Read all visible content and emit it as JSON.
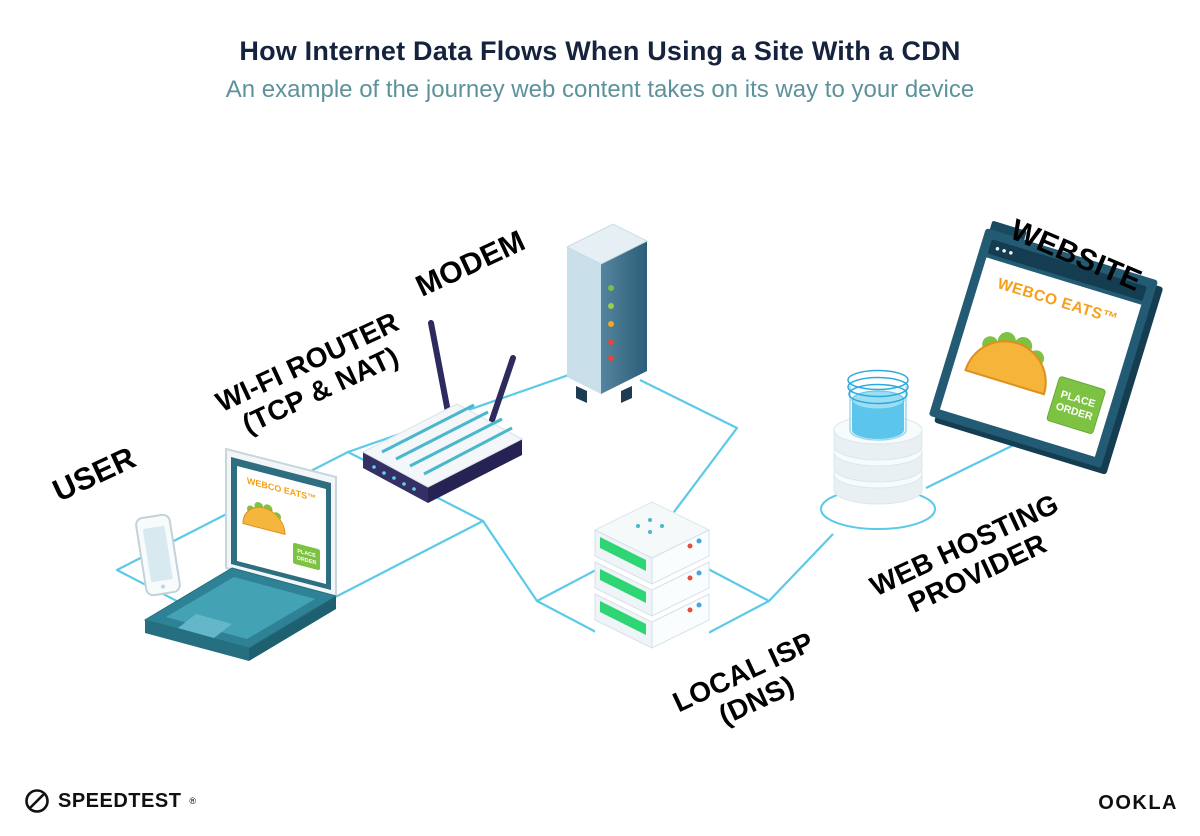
{
  "header": {
    "title": "How Internet Data Flows When Using a Site With a CDN",
    "subtitle": "An example of the journey web content takes on its way to your device"
  },
  "diagram": {
    "labels": {
      "user": "USER",
      "wifi_router": {
        "line1": "WI-FI ROUTER",
        "line2": "(TCP & NAT)"
      },
      "modem": "MODEM",
      "website": "WEBSITE",
      "local_isp": {
        "line1": "LOCAL ISP",
        "line2": "(DNS)"
      },
      "web_hosting": {
        "line1": "WEB HOSTING",
        "line2": "PROVIDER"
      }
    },
    "website_screen": {
      "brand": "WEBCO EATS™",
      "button_line1": "PLACE",
      "button_line2": "ORDER"
    },
    "laptop_screen": {
      "brand": "WEBCO EATS™",
      "button_line1": "PLACE",
      "button_line2": "ORDER"
    }
  },
  "footer": {
    "speedtest": "SPEEDTEST",
    "speedtest_mark": "®",
    "ookla": "OOKLA"
  },
  "colors": {
    "connector_line": "#5BC9E8",
    "title_text": "#15233E",
    "subtitle_text": "#5D929C",
    "brand_orange": "#F6A01A",
    "cta_green": "#7DC243",
    "router_navy": "#2D2A5E",
    "laptop_teal": "#2F8296"
  }
}
